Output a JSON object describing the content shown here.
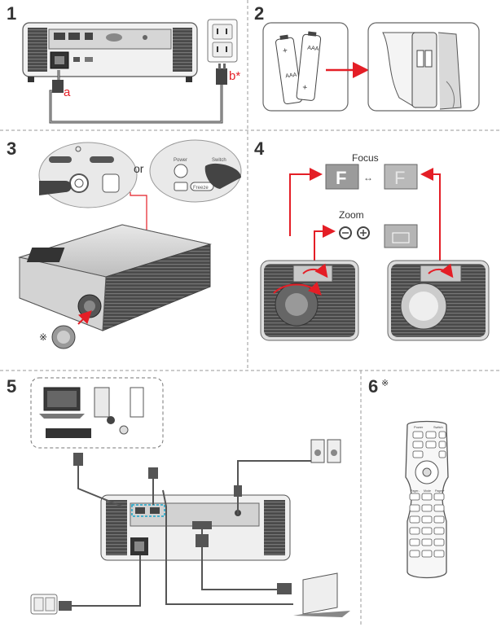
{
  "steps": {
    "s1": "1",
    "s2": "2",
    "s3": "3",
    "s4": "4",
    "s5": "5",
    "s6": "6"
  },
  "step6_note": "※",
  "step3": {
    "or_text": "or",
    "note": "※",
    "power_label": "Power",
    "switch_label": "Switch",
    "freeze_label": "Freeze"
  },
  "step1": {
    "label_a": "a",
    "label_b": "b*"
  },
  "step4": {
    "focus_label": "Focus",
    "zoom_label": "Zoom",
    "focus_letter": "F"
  },
  "remote": {
    "top_labels": [
      "Power",
      "Switch"
    ],
    "row_buttons": [
      "Pager-",
      "Mode",
      "Pager+"
    ]
  },
  "colors": {
    "accent_red": "#e41e26",
    "gray": "#888888",
    "dark": "#333333",
    "teal_dash": "#1aa6c9"
  }
}
